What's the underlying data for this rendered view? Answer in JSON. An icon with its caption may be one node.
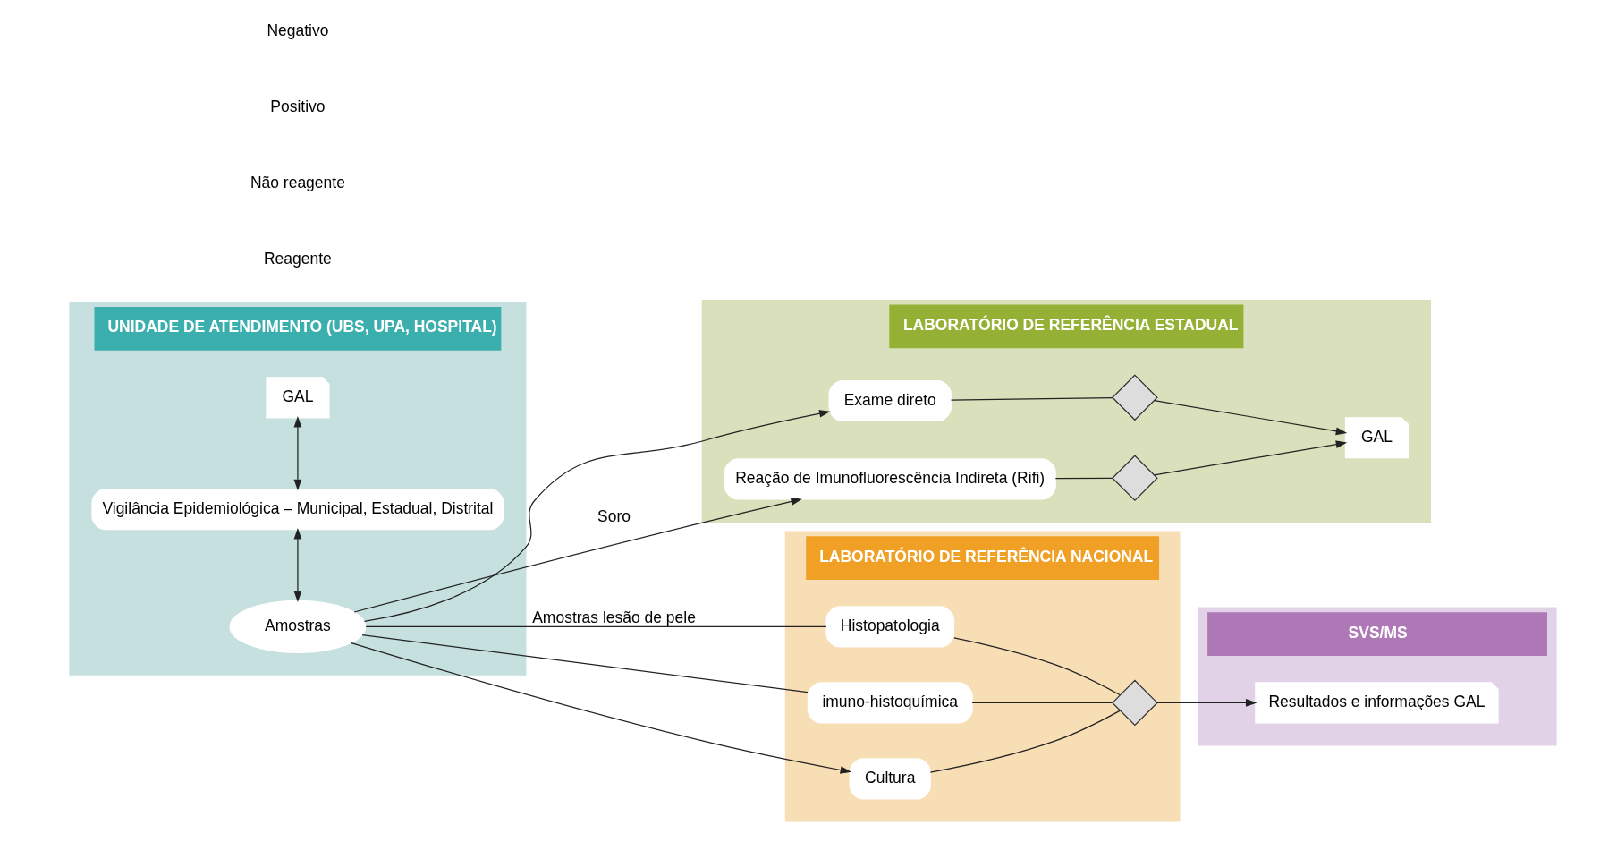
{
  "diagram": {
    "nodes": [
      {
        "text": [
          "UNIDADE DE ATENDIMENTO (UBS, UPA, HOSPITAL)"
        ]
      },
      {
        "text": [
          "LABORATÓRIO DE REFERÊNCIA ESTADUAL"
        ]
      },
      {
        "text": [
          "LABORATÓRIO DE REFERÊNCIA NACIONAL"
        ]
      },
      {
        "text": [
          "SVS/MS"
        ]
      },
      {
        "text": [
          "Amostras"
        ],
        "in": 0
      },
      {
        "text": [
          "Vigilância Epidemiológica – Municipal, Estadual, Distrital"
        ],
        "in": 0
      },
      {
        "text": [
          "GAL"
        ],
        "in": 0
      },
      {
        "text": [
          "Reação de Imunofluorescência Indireta (Rifi)"
        ],
        "in": 1
      },
      {
        "text": [
          "Exame direto"
        ],
        "in": 1
      },
      {
        "text": [],
        "shape": "diamond",
        "in": 1
      },
      {
        "text": [],
        "shape": "diamond",
        "in": 1
      },
      {
        "text": [
          "GAL"
        ],
        "in": 1
      },
      {
        "text": [
          "Histopatologia"
        ],
        "in": 2
      },
      {
        "text": [
          "imuno-histoquímica"
        ],
        "in": 2
      },
      {
        "text": [
          "Cultura"
        ],
        "in": 2
      },
      {
        "text": [],
        "shape": "diamond",
        "in": 2
      },
      {
        "text": [
          "Resultados e informações GAL"
        ],
        "in": 3
      }
    ],
    "edges": [
      {
        "from": 4,
        "to": 12,
        "arrow": "none",
        "label": "Amostras lesão de pele"
      },
      {
        "from": 4,
        "to": 13,
        "arrow": "none"
      },
      {
        "from": 4,
        "to": 14,
        "arrow": "to"
      },
      {
        "from": 4,
        "to": 7,
        "arrow": "to",
        "label": "Soro"
      },
      {
        "from": 4,
        "to": 8,
        "arrow": "to"
      },
      {
        "from": 4,
        "to": 5,
        "arrow": "both"
      },
      {
        "from": 5,
        "to": 6,
        "arrow": "both"
      },
      {
        "from": 7,
        "to": 10,
        "arrow": "none"
      },
      {
        "from": 10,
        "to": 11,
        "arrow": "to"
      },
      {
        "from": 8,
        "to": 9,
        "arrow": "none"
      },
      {
        "from": 9,
        "to": 11,
        "arrow": "to"
      },
      {
        "from": 12,
        "to": 15,
        "arrow": "none"
      },
      {
        "from": 13,
        "to": 15,
        "arrow": "none"
      },
      {
        "from": 14,
        "to": 15,
        "arrow": "none"
      },
      {
        "from": 15,
        "to": 16,
        "arrow": "to"
      }
    ],
    "labels": [
      "Reagente",
      "Não reagente",
      "Positivo",
      "Negativo"
    ]
  }
}
